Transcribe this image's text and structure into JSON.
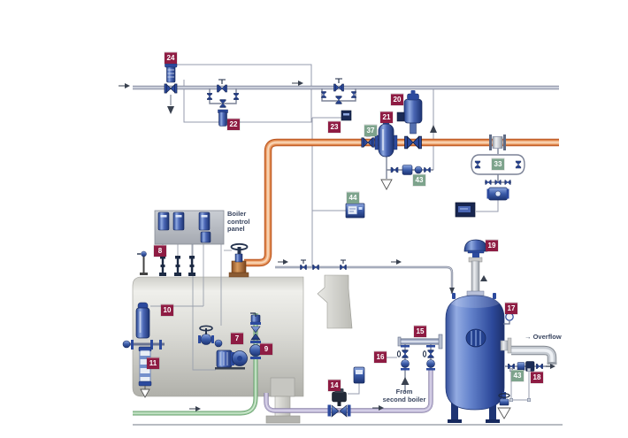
{
  "diagram": {
    "texts": {
      "boiler_control_panel": "Boiler\ncontrol\npanel",
      "from_second_boiler": "From\nsecond boiler",
      "overflow_arrow": "→",
      "overflow": "Overflow"
    },
    "tags": [
      {
        "id": "24",
        "color": "maroon"
      },
      {
        "id": "22",
        "color": "maroon"
      },
      {
        "id": "23",
        "color": "maroon"
      },
      {
        "id": "20",
        "color": "maroon"
      },
      {
        "id": "21",
        "color": "maroon"
      },
      {
        "id": "37",
        "color": "green"
      },
      {
        "id": "43",
        "color": "green"
      },
      {
        "id": "33",
        "color": "green"
      },
      {
        "id": "44",
        "color": "green"
      },
      {
        "id": "19",
        "color": "maroon"
      },
      {
        "id": "17",
        "color": "maroon"
      },
      {
        "id": "8",
        "color": "maroon"
      },
      {
        "id": "10",
        "color": "maroon"
      },
      {
        "id": "7",
        "color": "maroon"
      },
      {
        "id": "9",
        "color": "maroon"
      },
      {
        "id": "11",
        "color": "maroon"
      },
      {
        "id": "15",
        "color": "maroon"
      },
      {
        "id": "16",
        "color": "maroon"
      },
      {
        "id": "14",
        "color": "maroon"
      },
      {
        "id": "43",
        "color": "green"
      },
      {
        "id": "18",
        "color": "maroon"
      }
    ],
    "colors": {
      "tag_maroon": "#8e1c43",
      "tag_green": "#7da38c",
      "steam_pipe_orange": "#de8348",
      "pipe_gray": "#a9afc0",
      "feedwater_green": "#96c89a",
      "blowdown_lavender": "#b9b1d2",
      "equipment_blue": "#3c5ca8",
      "tank_blue": "#4a66b4",
      "annotation_text": "#3a4660"
    }
  }
}
